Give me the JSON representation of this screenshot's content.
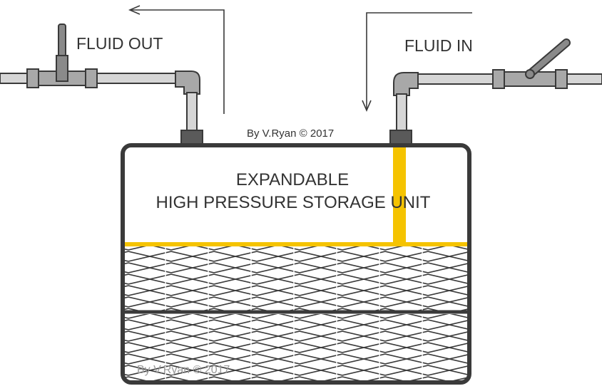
{
  "labels": {
    "fluid_out": "FLUID  OUT",
    "fluid_in": "FLUID  IN",
    "credit": "By V.Ryan © 2017",
    "watermark": "By V.Ryan © 2017",
    "unit_line1": "EXPANDABLE",
    "unit_line2": "HIGH  PRESSURE  STORAGE  UNIT"
  },
  "colors": {
    "outline": "#3a3a3a",
    "pipe_fill": "#d6d6d6",
    "fitting_fill": "#a8a8a8",
    "valve_fill": "#8a8a8a",
    "accent_yellow": "#f5c300",
    "text": "#333333",
    "watermark": "#9a9a9a"
  },
  "icons": {
    "out_direction": "arrow-left-icon",
    "in_direction": "arrow-down-icon",
    "valve_left": "ball-valve-closed-icon",
    "valve_right": "ball-valve-open-icon"
  }
}
